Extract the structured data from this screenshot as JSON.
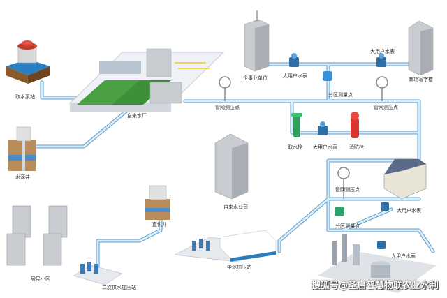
{
  "labels": {
    "intake_station": "取水泵站",
    "waterworks": "自来水厂",
    "source_well": "水源井",
    "enterprise": "企事业单位",
    "big_meter_1": "大用户水表",
    "big_meter_2": "大用户水表",
    "commercial": "商场写字楼",
    "district_point_1": "分区测量点",
    "pressure_point_1": "管网测压点",
    "pressure_point_2": "管网测压点",
    "hydrant_intake": "取水栓",
    "big_meter_3": "大用户水表",
    "fire_hydrant": "消防栓",
    "water_company": "自来水公司",
    "pressure_point_3": "管网测压点",
    "big_meter_4": "大用户水表",
    "direct_well": "直供井",
    "district_point_2": "分区测量点",
    "residential": "居民小区",
    "booster_secondary": "二次供水加压站",
    "booster_relay": "中途加压站",
    "big_meter_5": "大用户水表"
  },
  "watermark": "搜狐号@圣启智慧物联农业水利",
  "colors": {
    "pipe": "#9cc9e8",
    "pipe_edge": "#5a9ccf",
    "water": "#2a7fc1",
    "grass": "#4aa043",
    "building": "#c9ccd1",
    "meter": "#2f6fa8"
  }
}
